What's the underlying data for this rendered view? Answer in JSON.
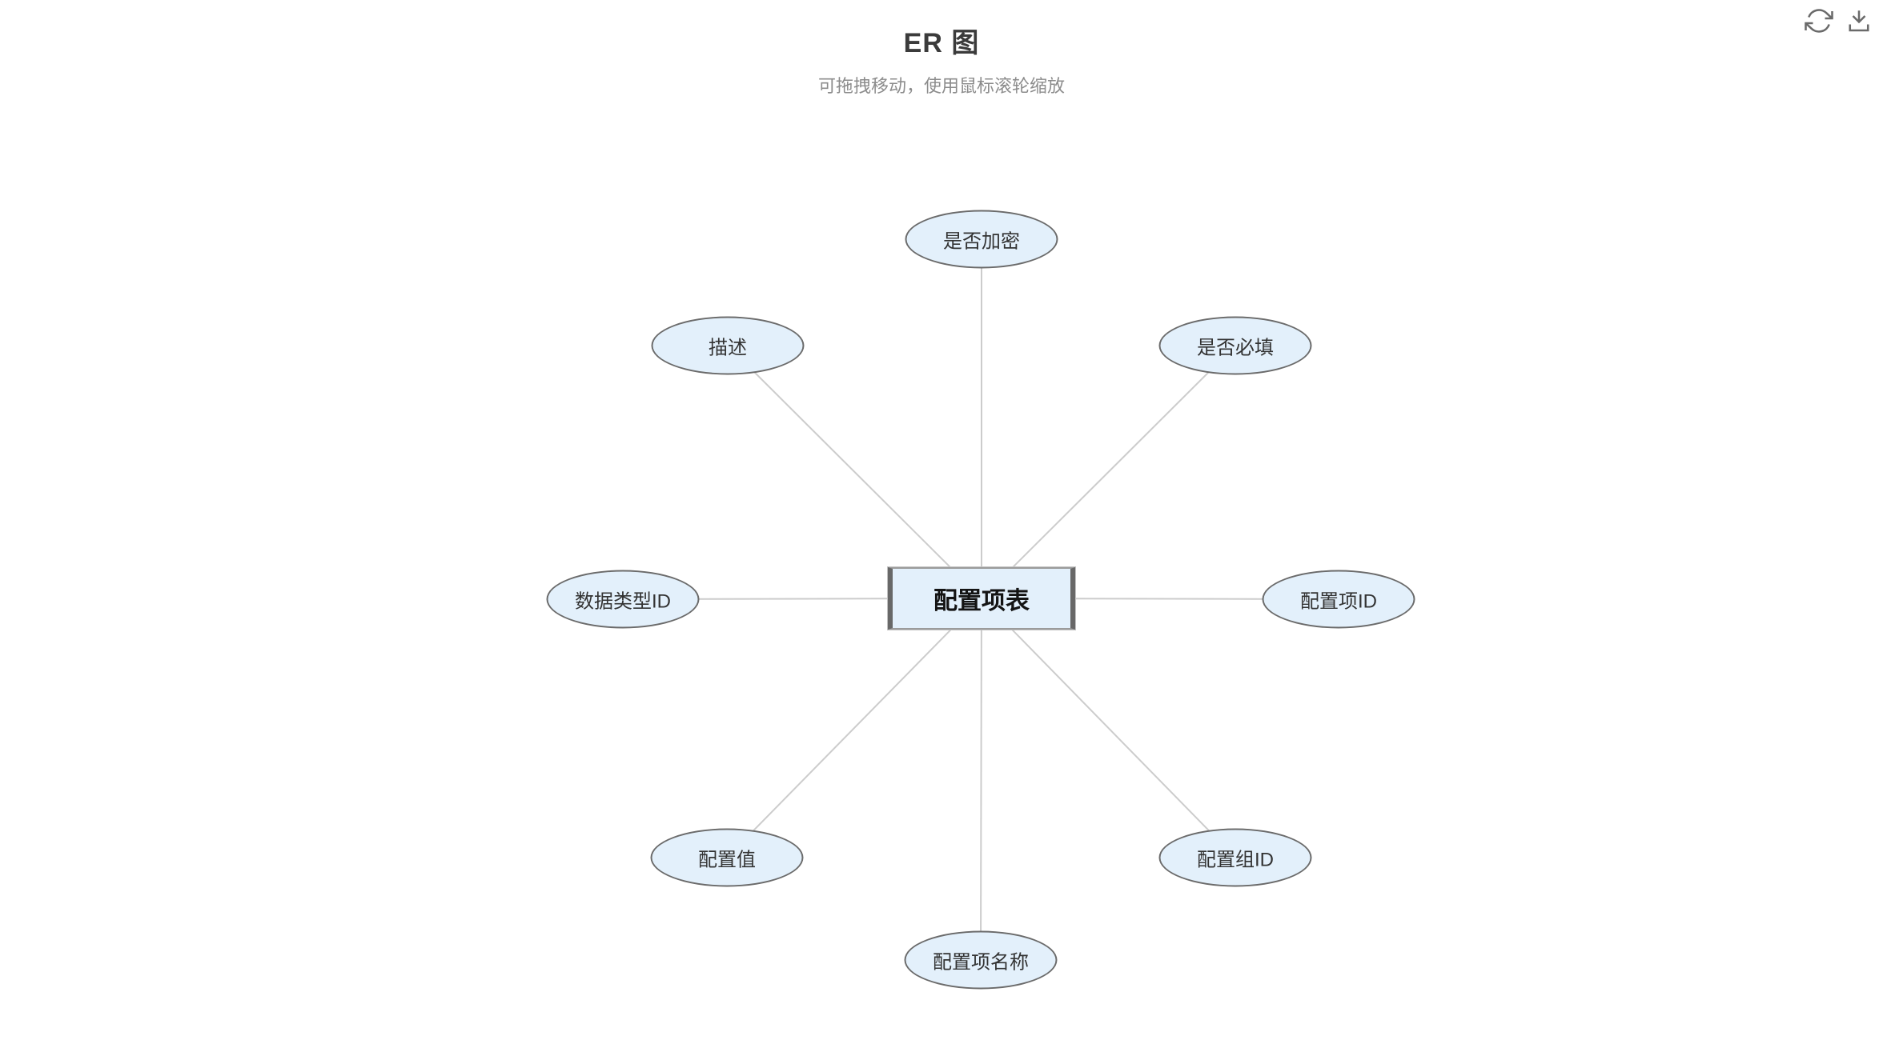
{
  "header": {
    "title": "ER 图",
    "subtitle": "可拖拽移动，使用鼠标滚轮缩放"
  },
  "toolbar": {
    "refresh_icon": "refresh-icon",
    "download_icon": "download-icon"
  },
  "diagram": {
    "entity": {
      "label": "配置项表"
    },
    "attributes": [
      {
        "label": "是否加密",
        "position": "top"
      },
      {
        "label": "是否必填",
        "position": "top-right"
      },
      {
        "label": "配置项ID",
        "position": "right"
      },
      {
        "label": "配置组ID",
        "position": "bottom-right"
      },
      {
        "label": "配置项名称",
        "position": "bottom"
      },
      {
        "label": "配置值",
        "position": "bottom-left"
      },
      {
        "label": "数据类型ID",
        "position": "left"
      },
      {
        "label": "描述",
        "position": "top-left"
      }
    ],
    "colors": {
      "node_fill": "#e3f0fb",
      "node_border": "#6b6b6b",
      "link": "#cccccc"
    }
  }
}
